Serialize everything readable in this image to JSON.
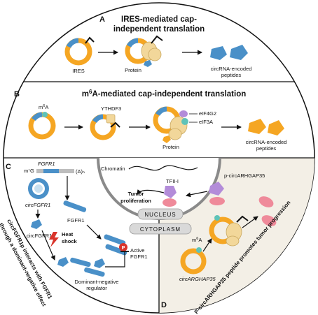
{
  "panel_a": {
    "letter": "A",
    "title_line1": "IRES-mediated cap-",
    "title_line2": "independent translation",
    "ires_label": "IRES",
    "protein_label": "Protein",
    "product_line1": "circRNA-encoded",
    "product_line2": "peptides"
  },
  "panel_b": {
    "letter": "B",
    "title_prefix": "m",
    "title_sup": "6",
    "title_rest": "A-mediated cap-independent translation",
    "m6a_prefix": "m",
    "m6a_sup": "6",
    "m6a_rest": "A",
    "ythdf3_label": "YTHDF3",
    "eif4g2_label": "eIF4G2",
    "eif3a_label": "eIF3A",
    "protein_label": "Protein",
    "product_line1": "circRNA-encoded",
    "product_line2": "peptides"
  },
  "panel_c": {
    "letter": "C",
    "gene_label": "FGFR1",
    "cap_label": "m⁷G",
    "polya_label": "(A)ₙ",
    "circ_label": "circFGFR1",
    "circp_label": "circFGFR1p",
    "fgfr1_label": "FGFR1",
    "heat_line1": "Heat",
    "heat_line2": "shock",
    "phospho": "P",
    "active_line1": "Active",
    "active_line2": "FGFR1",
    "dn_line1": "Dominant-negative",
    "dn_line2": "regulator",
    "side_line1": "circFGFR1p interacts with FGFR1",
    "side_line2": "through a dominant-negative effect"
  },
  "nucleus": {
    "chromatin_label": "Chromatin",
    "tf_label": "TFII-I",
    "tumor_line1": "Tumor",
    "tumor_line2": "proliferation",
    "nucleus_label": "NUCLEUS",
    "cytoplasm_label": "CYTOPLASM"
  },
  "panel_d": {
    "letter": "D",
    "pcirc_label": "p-circARHGAP35",
    "m6a_prefix": "m",
    "m6a_sup": "6",
    "m6a_rest": "A",
    "circ_label": "circARGHAP35",
    "side_label": "P-circARHGAP35 peptide promotes tumor progression"
  },
  "colors": {
    "orange": "#f5a623",
    "blue": "#4a90c8",
    "light_blue": "#8fc1e3",
    "teal": "#5fc3b8",
    "ribosome": "#f2d79a",
    "purple": "#b38cd9",
    "pink": "#ef8a9a",
    "red": "#d9342b",
    "beige_panel": "#f3efe6",
    "nucleus_gray": "#d9d9d9"
  },
  "icons": [
    "arrow-icon",
    "ribosome-icon",
    "circrna-icon",
    "lightning-icon",
    "phospho-icon",
    "chromatin-icon"
  ]
}
